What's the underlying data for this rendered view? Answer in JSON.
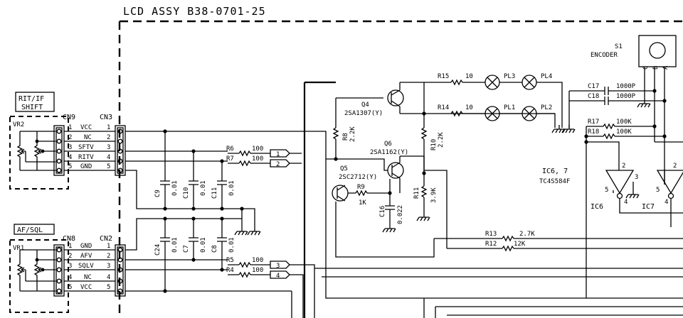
{
  "title": "LCD ASSY B38-0701-25",
  "boxes": {
    "rit_if_line1": "RIT/IF",
    "rit_if_line2": "SHIFT",
    "af_sql": "AF/SQL"
  },
  "connectors": {
    "cn9": "CN9",
    "cn3": "CN3",
    "cn8": "CN8",
    "cn2": "CN2",
    "cn9_pins": [
      {
        "num": "1",
        "name": "VCC",
        "num2": "1"
      },
      {
        "num": "2",
        "name": "NC",
        "num2": "2"
      },
      {
        "num": "3",
        "name": "SFTV",
        "num2": "3"
      },
      {
        "num": "4",
        "name": "RITV",
        "num2": "4"
      },
      {
        "num": "5",
        "name": "GND",
        "num2": "5"
      }
    ],
    "cn8_pins": [
      {
        "num": "1",
        "name": "GND",
        "num2": "1"
      },
      {
        "num": "2",
        "name": "AFV",
        "num2": "2"
      },
      {
        "num": "3",
        "name": "SQLV",
        "num2": "3"
      },
      {
        "num": "4",
        "name": "NC",
        "num2": "4"
      },
      {
        "num": "5",
        "name": "VCC",
        "num2": "5"
      }
    ]
  },
  "pots": {
    "vr2": "VR2",
    "vr1": "VR1"
  },
  "resistors": {
    "r6": "R6",
    "r6v": "100",
    "r7": "R7",
    "r7v": "100",
    "r5": "R5",
    "r5v": "100",
    "r4": "R4",
    "r4v": "100",
    "r8": "R8",
    "r8v": "2.2K",
    "r9": "R9",
    "r9v": "1K",
    "r10": "R10",
    "r10v": "2.2K",
    "r11": "R11",
    "r11v": "3.9K",
    "r12": "R12",
    "r12v": "12K",
    "r13": "R13",
    "r13v": "2.7K",
    "r14": "R14",
    "r14v": "10",
    "r15": "R15",
    "r15v": "10",
    "r17": "R17",
    "r17v": "100K",
    "r18": "R18",
    "r18v": "100K"
  },
  "capacitors": {
    "c9": "C9",
    "c9v": "0.01",
    "c10": "C10",
    "c10v": "0.01",
    "c11": "C11",
    "c11v": "0.01",
    "c24": "C24",
    "c24v": "0.01",
    "c7": "C7",
    "c7v": "0.01",
    "c8": "C8",
    "c8v": "0.01",
    "c16": "C16",
    "c16v": "0.022",
    "c17": "C17",
    "c17v": "1000P",
    "c18": "C18",
    "c18v": "1000P"
  },
  "transistors": {
    "q4": "Q4",
    "q4t": "2SA1307(Y)",
    "q6": "Q6",
    "q6t": "2SA1162(Y)",
    "q5": "Q5",
    "q5t": "2SC2712(Y)"
  },
  "lamps": {
    "pl1": "PL1",
    "pl2": "PL2",
    "pl3": "PL3",
    "pl4": "PL4"
  },
  "ics": {
    "ic67": "IC6, 7",
    "ic67t": "TC4S584F",
    "ic6": "IC6",
    "ic7": "IC7",
    "pin2a": "2",
    "pin3": "3",
    "pin5a": "5",
    "pin4a": "4",
    "pin2b": "2",
    "pin5b": "5",
    "pin4b": "4"
  },
  "encoder": {
    "ref": "S1",
    "name": "ENCODER",
    "pin_c": "C",
    "pin_b": "B",
    "pin_a": "A"
  },
  "net_tags": {
    "t1": "1",
    "t2": "2",
    "t3": "3",
    "t4": "4"
  }
}
